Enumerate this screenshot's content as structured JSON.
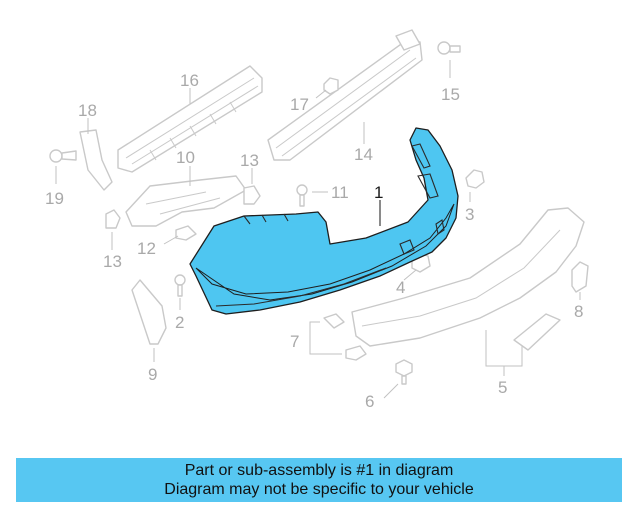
{
  "diagram": {
    "highlight_color": "#4ec6f1",
    "callouts": {
      "n1": "1",
      "n2": "2",
      "n3": "3",
      "n4": "4",
      "n5": "5",
      "n6": "6",
      "n7": "7",
      "n8": "8",
      "n9": "9",
      "n10": "10",
      "n11": "11",
      "n12": "12",
      "n13a": "13",
      "n13b": "13",
      "n14": "14",
      "n15": "15",
      "n16": "16",
      "n17": "17",
      "n18": "18",
      "n19": "19"
    }
  },
  "banner": {
    "color": "#57c7f2",
    "line1": "Part or sub-assembly is #1 in diagram",
    "line2": "Diagram may not be specific to your vehicle"
  }
}
